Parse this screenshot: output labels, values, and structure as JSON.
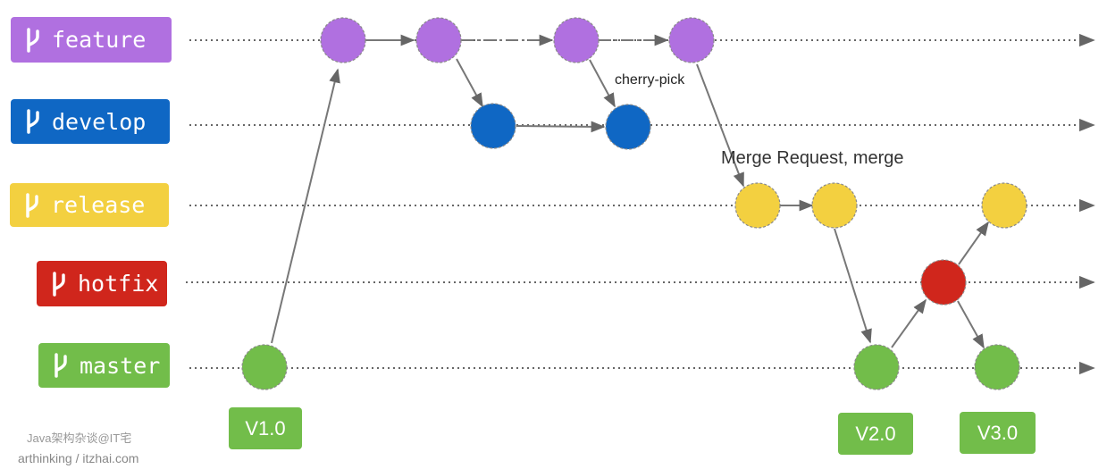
{
  "branches": {
    "feature": {
      "label": "feature",
      "color": "#b070e0"
    },
    "develop": {
      "label": "develop",
      "color": "#0f67c4"
    },
    "release": {
      "label": "release",
      "color": "#f3d040"
    },
    "hotfix": {
      "label": "hotfix",
      "color": "#d0261c"
    },
    "master": {
      "label": "master",
      "color": "#72bd4a"
    }
  },
  "icon": "git-branch-icon",
  "annotations": {
    "cherry_pick": "cherry-pick",
    "merge_request": "Merge Request, merge"
  },
  "versions": {
    "v1": "V1.0",
    "v2": "V2.0",
    "v3": "V3.0"
  },
  "watermark": {
    "line1": "Java架构杂谈@IT宅",
    "line2": "arthinking / itzhai.com"
  },
  "colors": {
    "lane_line": "#666666",
    "edge": "#777777",
    "node_stroke": "#8a8a8a",
    "tag": "#72bd4a"
  }
}
